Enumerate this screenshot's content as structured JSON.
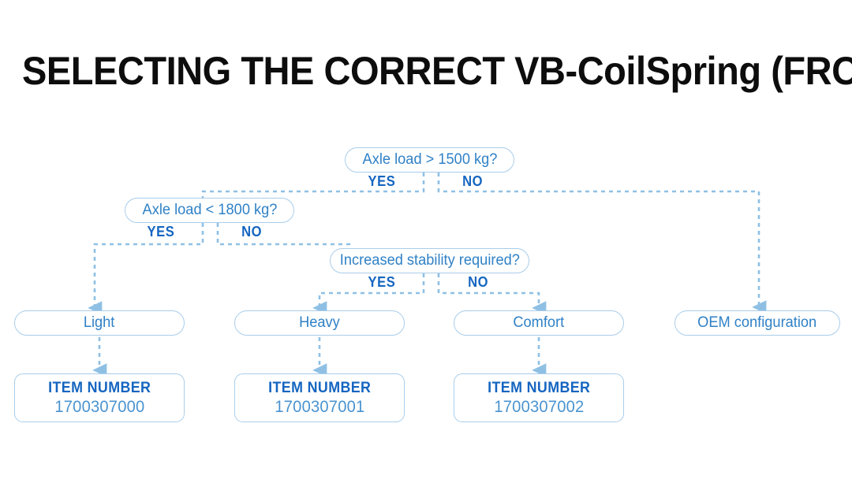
{
  "page": {
    "title": "SELECTING THE CORRECT VB-CoilSpring (FRONT AXLE)",
    "background_color": "#ffffff",
    "accent_color": "#2f81c6",
    "branch_label_color": "#1565c0",
    "border_color": "#a9cdea"
  },
  "flow": {
    "decisions": [
      {
        "id": "axle-load-1500",
        "question": "Axle load > 1500 kg?",
        "yes_label": "YES",
        "no_label": "NO"
      },
      {
        "id": "axle-load-1800",
        "question": "Axle load < 1800 kg?",
        "yes_label": "YES",
        "no_label": "NO"
      },
      {
        "id": "increased-stability",
        "question": "Increased stability required?",
        "yes_label": "YES",
        "no_label": "NO"
      }
    ],
    "outcomes": [
      {
        "id": "light",
        "label": "Light"
      },
      {
        "id": "heavy",
        "label": "Heavy"
      },
      {
        "id": "comfort",
        "label": "Comfort"
      },
      {
        "id": "oem",
        "label": "OEM configuration"
      }
    ],
    "items": [
      {
        "id": "item-light",
        "heading": "ITEM NUMBER",
        "number": "1700307000"
      },
      {
        "id": "item-heavy",
        "heading": "ITEM NUMBER",
        "number": "1700307001"
      },
      {
        "id": "item-comfort",
        "heading": "ITEM NUMBER",
        "number": "1700307002"
      }
    ]
  },
  "chart_data": {
    "type": "table",
    "title": "SELECTING THE CORRECT VB-CoilSpring (FRONT AXLE)",
    "nodes": [
      {
        "key": "d1",
        "kind": "decision",
        "text": "Axle load > 1500 kg?"
      },
      {
        "key": "d2",
        "kind": "decision",
        "text": "Axle load < 1800 kg?"
      },
      {
        "key": "d3",
        "kind": "decision",
        "text": "Increased stability required?"
      },
      {
        "key": "o1",
        "kind": "outcome",
        "text": "Light"
      },
      {
        "key": "o2",
        "kind": "outcome",
        "text": "Heavy"
      },
      {
        "key": "o3",
        "kind": "outcome",
        "text": "Comfort"
      },
      {
        "key": "o4",
        "kind": "outcome",
        "text": "OEM configuration"
      },
      {
        "key": "i1",
        "kind": "item",
        "text": "1700307000"
      },
      {
        "key": "i2",
        "kind": "item",
        "text": "1700307001"
      },
      {
        "key": "i3",
        "kind": "item",
        "text": "1700307002"
      }
    ],
    "edges": [
      {
        "from": "d1",
        "to": "d2",
        "label": "YES"
      },
      {
        "from": "d1",
        "to": "o4",
        "label": "NO"
      },
      {
        "from": "d2",
        "to": "o1",
        "label": "YES"
      },
      {
        "from": "d2",
        "to": "d3",
        "label": "NO"
      },
      {
        "from": "d3",
        "to": "o2",
        "label": "YES"
      },
      {
        "from": "d3",
        "to": "o3",
        "label": "NO"
      },
      {
        "from": "o1",
        "to": "i1",
        "label": ""
      },
      {
        "from": "o2",
        "to": "i2",
        "label": ""
      },
      {
        "from": "o3",
        "to": "i3",
        "label": ""
      }
    ]
  }
}
